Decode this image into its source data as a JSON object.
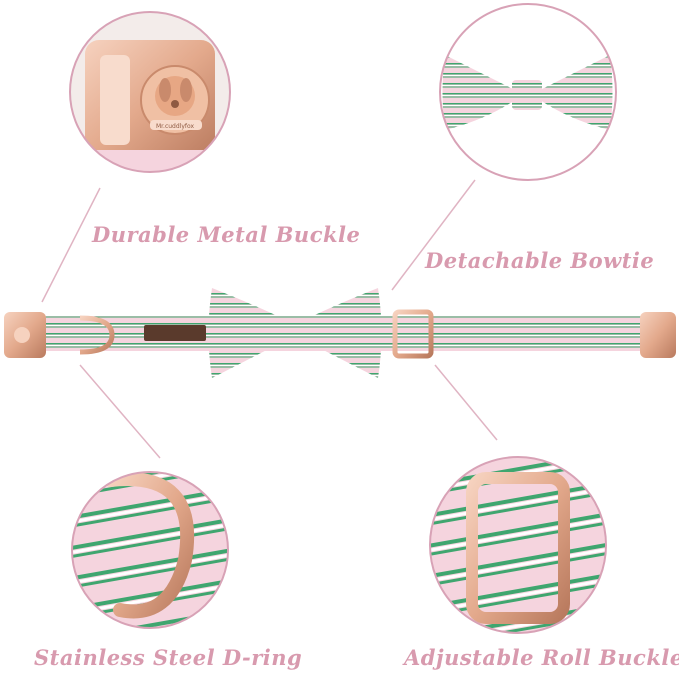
{
  "labels": {
    "buckle": "Durable Metal Buckle",
    "bowtie": "Detachable Bowtie",
    "dring": "Stainless Steel D-ring",
    "roll_buckle": "Adjustable Roll Buckle"
  },
  "engraving": "Mr.cuddlyfox",
  "colors": {
    "label": "#d89aae",
    "circle_stroke": "#d8a2b6",
    "pink": "#f4d3dd",
    "pink_dark": "#e8b6c6",
    "green": "#3fa66f",
    "rose_gold": "#e3a98c",
    "rose_gold_dark": "#b97a5e"
  }
}
